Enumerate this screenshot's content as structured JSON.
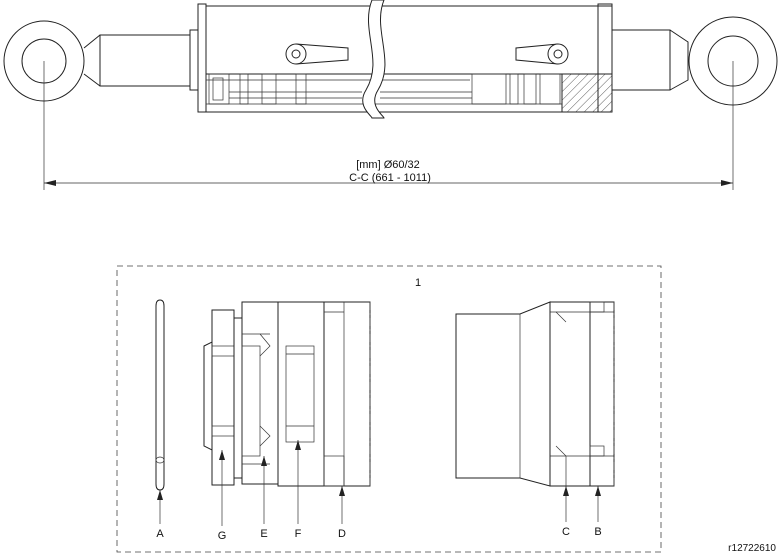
{
  "dimensions": {
    "bore_line": "[mm] Ø60/32",
    "center_line": "C-C (661 - 1011)"
  },
  "kit": {
    "number": "1",
    "labels": [
      "A",
      "G",
      "E",
      "F",
      "D",
      "C",
      "B"
    ]
  },
  "reference": "r12722610"
}
